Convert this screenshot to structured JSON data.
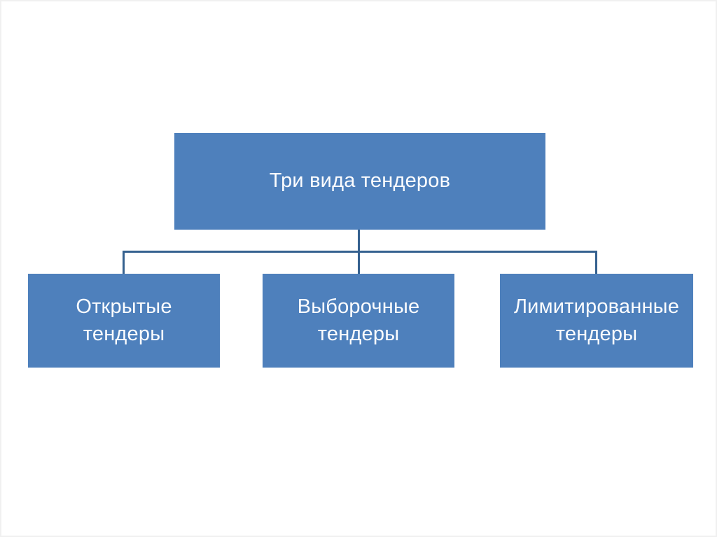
{
  "diagram": {
    "title": "Три вида тендеров",
    "root": {
      "label": "Три вида тендеров"
    },
    "children": [
      {
        "label": "Открытые\nтендеры"
      },
      {
        "label": "Выборочные\nтендеры"
      },
      {
        "label": "Лимитированные\nтендеры"
      }
    ]
  },
  "colors": {
    "box_fill": "#4E80BC",
    "box_text": "#FBFCFE",
    "connector": "#35618F",
    "background": "#FFFFFF",
    "page_border": "#F0F0F0"
  }
}
